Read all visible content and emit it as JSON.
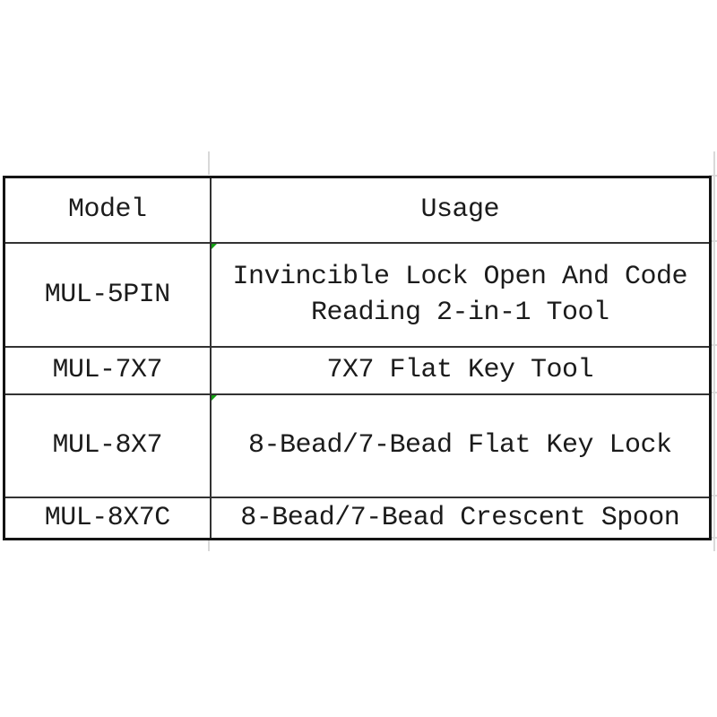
{
  "table": {
    "columns": [
      {
        "label": "Model"
      },
      {
        "label": "Usage"
      }
    ],
    "rows": [
      {
        "model": "MUL-5PIN",
        "usage": "Invincible Lock Open And Code Reading 2-in-1 Tool",
        "note_marker": true
      },
      {
        "model": "MUL-7X7",
        "usage": "7X7 Flat Key Tool",
        "note_marker": false
      },
      {
        "model": "MUL-8X7",
        "usage": "8-Bead/7-Bead Flat Key Lock",
        "note_marker": true
      },
      {
        "model": "MUL-8X7C",
        "usage": "8-Bead/7-Bead Crescent Spoon",
        "note_marker": false
      }
    ],
    "colors": {
      "border_outer": "#141414",
      "border_inner": "#333333",
      "text": "#1b1b1b",
      "note_marker_green": "#12a012",
      "gridline_artifact": "#d9d9d9"
    }
  }
}
